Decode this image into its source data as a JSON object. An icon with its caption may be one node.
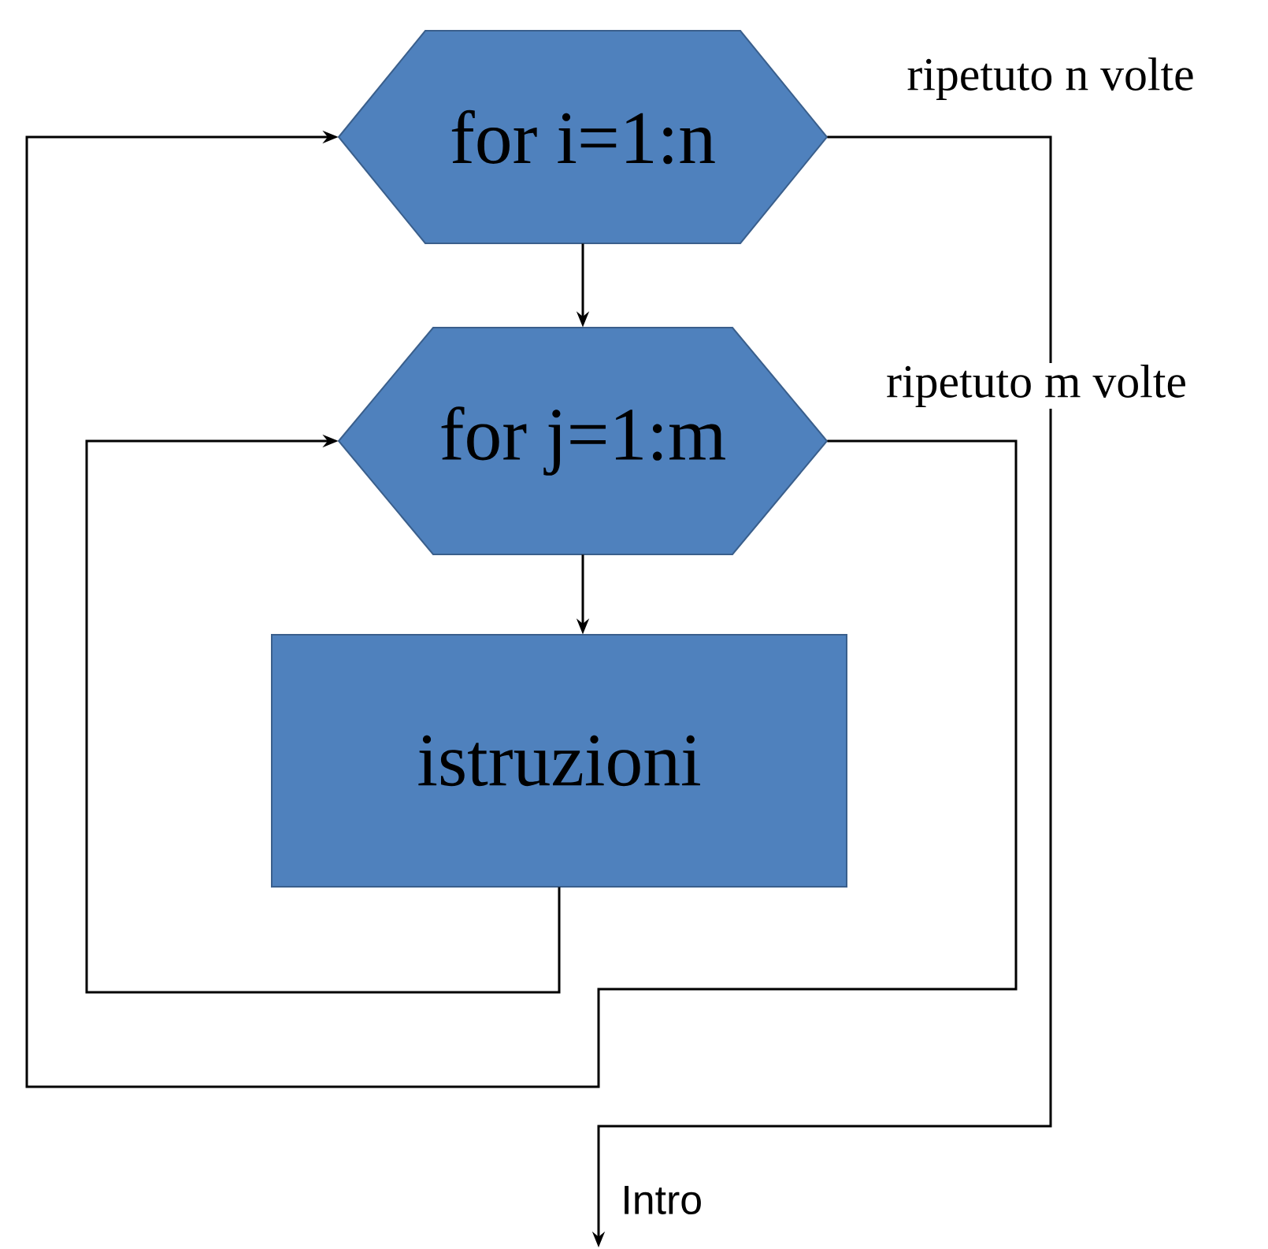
{
  "diagram": {
    "nodes": [
      {
        "text": [
          "for i=1:n"
        ]
      },
      {
        "text": [
          "for j=1:m"
        ]
      },
      {
        "text": [
          "istruzioni"
        ]
      }
    ],
    "edges": [
      {
        "from": 0,
        "to": 1,
        "arrow": "to"
      },
      {
        "from": 1,
        "to": 2,
        "arrow": "to"
      },
      {
        "from": 2,
        "to": 1,
        "arrow": "to"
      },
      {
        "from": 1,
        "to": 0,
        "arrow": "to"
      },
      {
        "from": 0,
        "to": null,
        "arrow": "to"
      }
    ],
    "labels": [
      "ripetuto n volte",
      "ripetuto m volte",
      "Intro"
    ]
  }
}
